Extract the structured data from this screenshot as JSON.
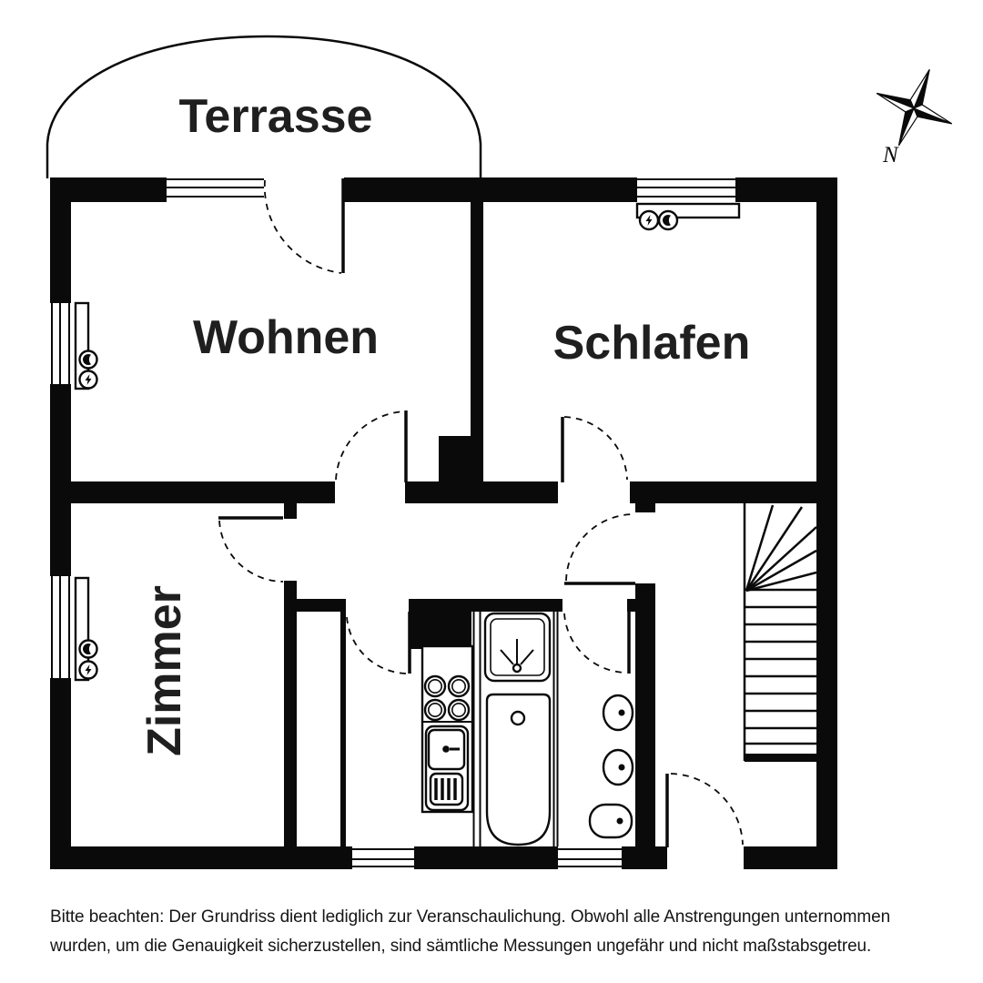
{
  "floorplan": {
    "rooms": [
      {
        "id": "terrasse",
        "label": "Terrasse"
      },
      {
        "id": "wohnen",
        "label": "Wohnen"
      },
      {
        "id": "schlafen",
        "label": "Schlafen"
      },
      {
        "id": "zimmer",
        "label": "Zimmer"
      }
    ],
    "compass": {
      "north_label": "N"
    },
    "colors": {
      "wall": "#0a0a0a",
      "background": "#ffffff",
      "text": "#1f1f1f"
    },
    "icons": [
      {
        "name": "compass-rose-icon"
      },
      {
        "name": "lightning-icon",
        "meaning": "electric heating symbol on radiators"
      },
      {
        "name": "crescent-moon-icon",
        "meaning": "night setback symbol on radiators"
      },
      {
        "name": "stove-icon"
      },
      {
        "name": "kitchen-sink-icon"
      },
      {
        "name": "shower-icon"
      },
      {
        "name": "bathtub-icon"
      },
      {
        "name": "washbasin-icon"
      },
      {
        "name": "toilet-icon"
      },
      {
        "name": "stairs-icon"
      }
    ]
  },
  "disclaimer": {
    "line1": "Bitte beachten: Der Grundriss dient lediglich zur Veranschaulichung. Obwohl alle Anstrengungen unternommen",
    "line2": "wurden, um die Genauigkeit sicherzustellen, sind sämtliche Messungen ungefähr und nicht maßstabsgetreu."
  }
}
